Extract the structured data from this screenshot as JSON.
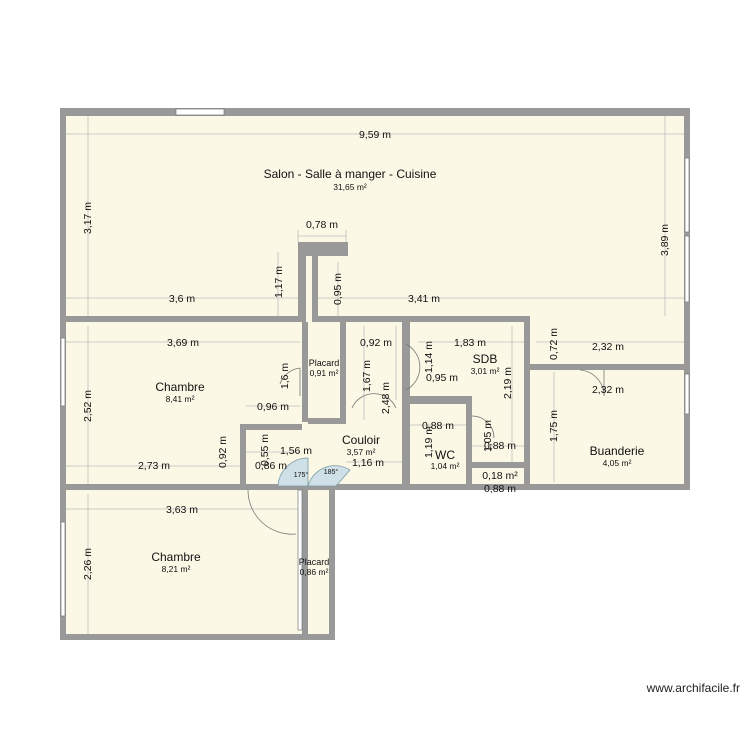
{
  "rooms": [
    {
      "name": "Salon - Salle à manger - Cuisine",
      "area": "31,65 m²"
    },
    {
      "name": "Chambre",
      "area": "8,41 m²"
    },
    {
      "name": "Placard",
      "area": "0,91 m²"
    },
    {
      "name": "Couloir",
      "area": "3,57 m²"
    },
    {
      "name": "SDB",
      "area": "3,01 m²"
    },
    {
      "name": "WC",
      "area": "1,04 m²"
    },
    {
      "name": "Buanderie",
      "area": "4,05 m²"
    },
    {
      "name": "Chambre",
      "area": "8,21 m²"
    },
    {
      "name": "Placard",
      "area": "0,86 m²"
    }
  ],
  "dimensions": [
    "9,59 m",
    "3,17 m",
    "3,89 m",
    "0,78 m",
    "1,17 m",
    "0,95 m",
    "3,6 m",
    "3,41 m",
    "3,69 m",
    "2,52 m",
    "1,6 m",
    "0,96 m",
    "0,92 m",
    "1,67 m",
    "2,48 m",
    "1,83 m",
    "1,14 m",
    "0,95 m",
    "2,19 m",
    "0,72 m",
    "2,32 m",
    "2,32 m",
    "1,75 m",
    "0,88 m",
    "1,19 m",
    "1,05 m",
    "0,88 m",
    "0,18 m²",
    "0,88 m",
    "1,56 m",
    "0,55 m",
    "0,86 m",
    "1,16 m",
    "2,73 m",
    "0,92 m",
    "3,63 m",
    "2,26 m"
  ],
  "door_angles": [
    "175°",
    "185°"
  ],
  "footer": "www.archifacile.fr"
}
